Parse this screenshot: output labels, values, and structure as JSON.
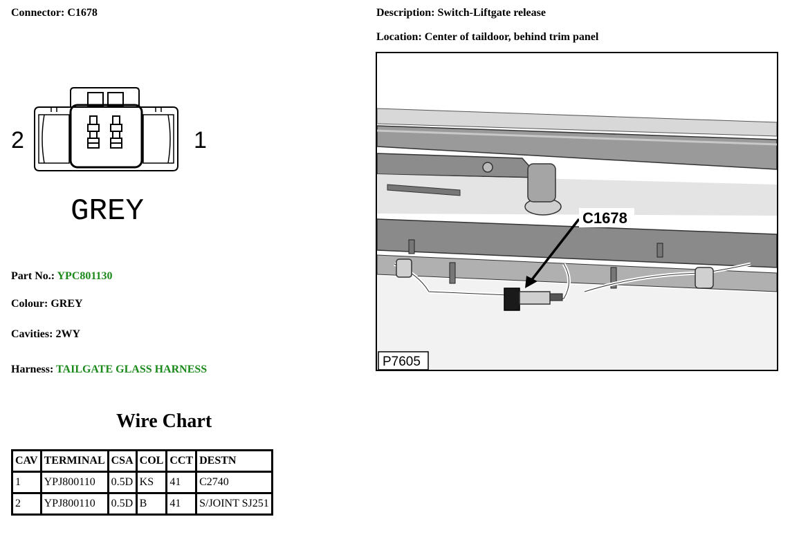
{
  "connector": {
    "label": "Connector:",
    "value": "C1678"
  },
  "description": {
    "label": "Description:",
    "value": "Switch-Liftgate release"
  },
  "location": {
    "label": "Location:",
    "value": "Center of taildoor, behind trim panel"
  },
  "diagram": {
    "pin_left": "2",
    "pin_right": "1",
    "colour_text": "GREY"
  },
  "part_no": {
    "label": "Part No.:",
    "value": "YPC801130"
  },
  "colour": {
    "label": "Colour:",
    "value": "GREY"
  },
  "cavities": {
    "label": "Cavities:",
    "value": "2WY"
  },
  "harness": {
    "label": "Harness:",
    "value": "TAILGATE GLASS HARNESS"
  },
  "wire_chart": {
    "title": "Wire Chart",
    "headers": [
      "CAV",
      "TERMINAL",
      "CSA",
      "COL",
      "CCT",
      "DESTN"
    ],
    "rows": [
      [
        "1",
        "YPJ800110",
        "0.5D",
        "KS",
        "41",
        "C2740"
      ],
      [
        "2",
        "YPJ800110",
        "0.5D",
        "B",
        "41",
        "S/JOINT SJ251"
      ]
    ]
  },
  "photo": {
    "callout": "C1678",
    "figure_id": "P7605"
  },
  "colors": {
    "link_green": "#1a8a1a"
  }
}
